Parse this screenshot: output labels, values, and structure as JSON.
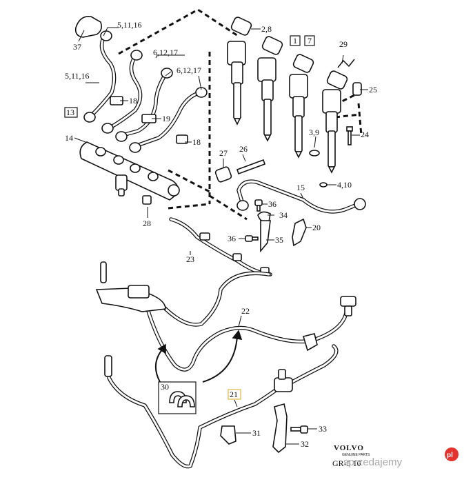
{
  "callouts": {
    "c2_8": "2,8",
    "c1": "1",
    "c7": "7",
    "c29": "29",
    "c25": "25",
    "c24": "24",
    "c3_9": "3,9",
    "c4_10": "4,10",
    "c37": "37",
    "c5_11_16_top": "5,11,16",
    "c5_11_16_left": "5,11,16",
    "c6_12_17_a": "6,12,17",
    "c6_12_17_b": "6,12,17",
    "c13": "13",
    "c18_a": "18",
    "c19": "19",
    "c18_b": "18",
    "c14": "14",
    "c27": "27",
    "c26": "26",
    "c15": "15",
    "c28": "28",
    "c36_a": "36",
    "c34": "34",
    "c20": "20",
    "c36_b": "36",
    "c35": "35",
    "c23": "23",
    "c22": "22",
    "c30": "30",
    "c21": "21",
    "c33": "33",
    "c31": "31",
    "c32": "32"
  },
  "branding": {
    "logo": "VOLVO",
    "logo_sub": "GENUINE PARTS",
    "ref_code": "GR-5 10"
  },
  "watermark": {
    "text": "sprzedajemy",
    "badge": "pl"
  }
}
